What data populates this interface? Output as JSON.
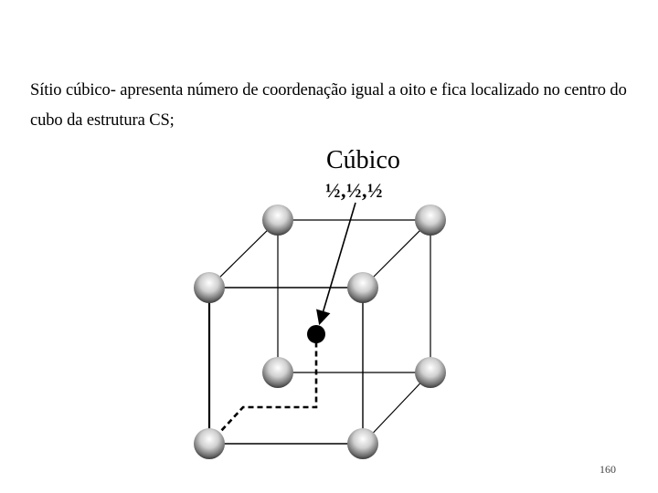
{
  "slide": {
    "paragraph": "Sítio cúbico- apresenta número de coordenação igual a oito e fica localizado no centro do cubo da estrutura CS;",
    "figure": {
      "site_label": "Cúbico",
      "site_coordinates": "½,½,½"
    },
    "page_number": "160"
  }
}
